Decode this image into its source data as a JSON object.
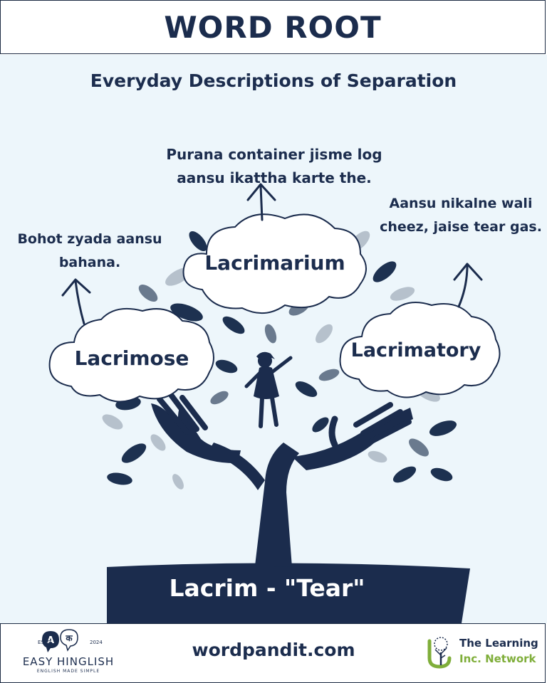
{
  "header": {
    "title": "WORD ROOT"
  },
  "subtitle": "Everyday Descriptions of Separation",
  "root": {
    "label": "Lacrim - \"Tear\""
  },
  "words": {
    "top": {
      "word": "Lacrimarium",
      "description": "Purana container jisme log aansu ikattha karte the."
    },
    "left": {
      "word": "Lacrimose",
      "description": "Bohot zyada aansu bahana."
    },
    "right": {
      "word": "Lacrimatory",
      "description": "Aansu nikalne wali cheez, jaise tear gas."
    }
  },
  "footer": {
    "website": "wordpandit.com",
    "left_brand": {
      "estd": "ESTD",
      "year": "2024",
      "name": "EASY HINGLISH",
      "tagline": "ENGLISH MADE SIMPLE",
      "logo_letters": [
        "A",
        "क"
      ]
    },
    "right_brand": {
      "line1": "The Learning",
      "line2": "Inc. Network"
    }
  },
  "colors": {
    "navy": "#1b2c4d",
    "background": "#edf6fb",
    "leaf_dark": "#1d3150",
    "leaf_mid": "#6a7a8e",
    "leaf_light": "#b6c1cc",
    "accent_green": "#7fae3a"
  },
  "icons": [
    "tree-illustration",
    "child-silhouette",
    "hands-icon",
    "arrow-up-icon",
    "speech-bubble-logo",
    "tree-logo"
  ]
}
